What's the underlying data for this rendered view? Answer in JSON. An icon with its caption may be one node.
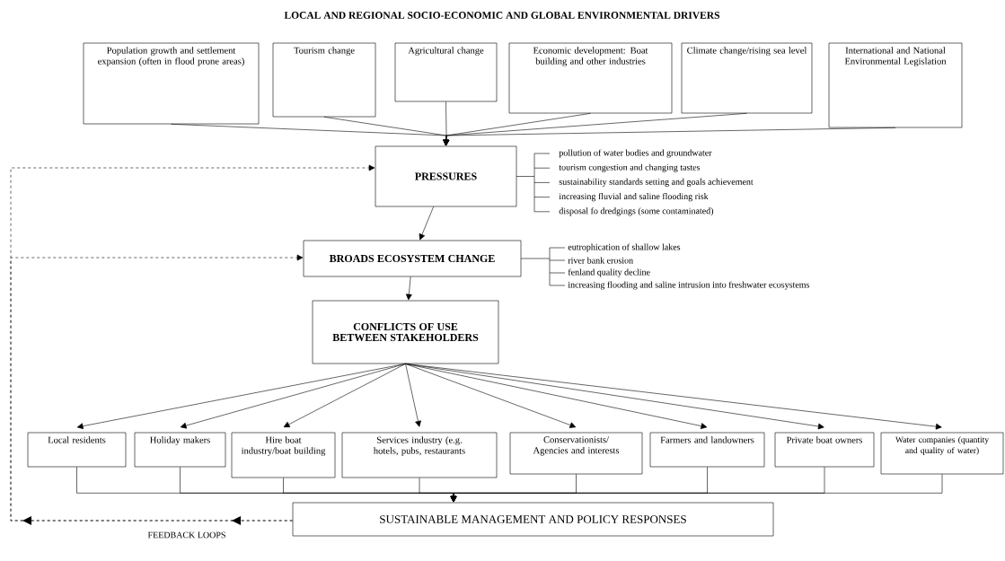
{
  "diagram": {
    "title": "LOCAL AND REGIONAL SOCIO-ECONOMIC AND GLOBAL ENVIRONMENTAL DRIVERS",
    "nodes": [
      {
        "text": [
          "Population growth and settlement expansion (often in flood prone areas)"
        ]
      },
      {
        "text": [
          "Tourism change"
        ]
      },
      {
        "text": [
          "Agricultural change"
        ]
      },
      {
        "text": [
          "Economic development: Boat building and other industries"
        ]
      },
      {
        "text": [
          "Climate change/rising sea level"
        ]
      },
      {
        "text": [
          "International and National Environmental Legislation"
        ]
      },
      {
        "text": [
          "PRESSURES"
        ],
        "beside": [
          "pollution of water bodies and groundwater",
          "tourism congestion and changing tastes",
          "sustainability standards setting and goals achievement",
          "increasing fluvial and saline flooding risk",
          "disposal fo dredgings (some contaminated)"
        ]
      },
      {
        "text": [
          "BROADS ECOSYSTEM CHANGE"
        ],
        "beside": [
          "eutrophication of shallow lakes",
          "river bank erosion",
          "fenland quality decline",
          "increasing flooding and saline intrusion into freshwater ecosystems"
        ]
      },
      {
        "text": [
          "CONFLICTS OF USE BETWEEN STAKEHOLDERS"
        ]
      },
      {
        "text": [
          "Local residents"
        ]
      },
      {
        "text": [
          "Holiday makers"
        ]
      },
      {
        "text": [
          "Hire boat industry/boat building"
        ]
      },
      {
        "text": [
          "Services industry (e.g. hotels, pubs, restaurants"
        ]
      },
      {
        "text": [
          "Conservationists/ Agencies and interests"
        ]
      },
      {
        "text": [
          "Farmers and landowners"
        ]
      },
      {
        "text": [
          "Private boat owners"
        ]
      },
      {
        "text": [
          "Water companies (quantity and quality of water)"
        ]
      },
      {
        "text": [
          "SUSTAINABLE MANAGEMENT AND POLICY RESPONSES"
        ]
      }
    ],
    "edges": [
      {
        "from": 0,
        "to": 6,
        "arrow": "to"
      },
      {
        "from": 1,
        "to": 6,
        "arrow": "to"
      },
      {
        "from": 2,
        "to": 6,
        "arrow": "to"
      },
      {
        "from": 3,
        "to": 6,
        "arrow": "to"
      },
      {
        "from": 4,
        "to": 6,
        "arrow": "to"
      },
      {
        "from": 5,
        "to": 6,
        "arrow": "to"
      },
      {
        "from": 6,
        "to": 7,
        "arrow": "to"
      },
      {
        "from": 7,
        "to": 8,
        "arrow": "to"
      },
      {
        "from": 8,
        "to": 9,
        "arrow": "to"
      },
      {
        "from": 8,
        "to": 10,
        "arrow": "to"
      },
      {
        "from": 8,
        "to": 11,
        "arrow": "to"
      },
      {
        "from": 8,
        "to": 12,
        "arrow": "to"
      },
      {
        "from": 8,
        "to": 13,
        "arrow": "to"
      },
      {
        "from": 8,
        "to": 14,
        "arrow": "to"
      },
      {
        "from": 8,
        "to": 15,
        "arrow": "to"
      },
      {
        "from": 8,
        "to": 16,
        "arrow": "to"
      },
      {
        "from": 9,
        "to": 17,
        "arrow": "to"
      },
      {
        "from": 10,
        "to": 17,
        "arrow": "to"
      },
      {
        "from": 11,
        "to": 17,
        "arrow": "to"
      },
      {
        "from": 12,
        "to": 17,
        "arrow": "to"
      },
      {
        "from": 13,
        "to": 17,
        "arrow": "to"
      },
      {
        "from": 14,
        "to": 17,
        "arrow": "to"
      },
      {
        "from": 15,
        "to": 17,
        "arrow": "to"
      },
      {
        "from": 16,
        "to": 17,
        "arrow": "to"
      },
      {
        "from": 17,
        "to": 6,
        "arrow": "to",
        "style": "dashed",
        "label": "FEEDBACK LOOPS"
      },
      {
        "from": 17,
        "to": 7,
        "arrow": "to",
        "style": "dashed"
      }
    ]
  }
}
